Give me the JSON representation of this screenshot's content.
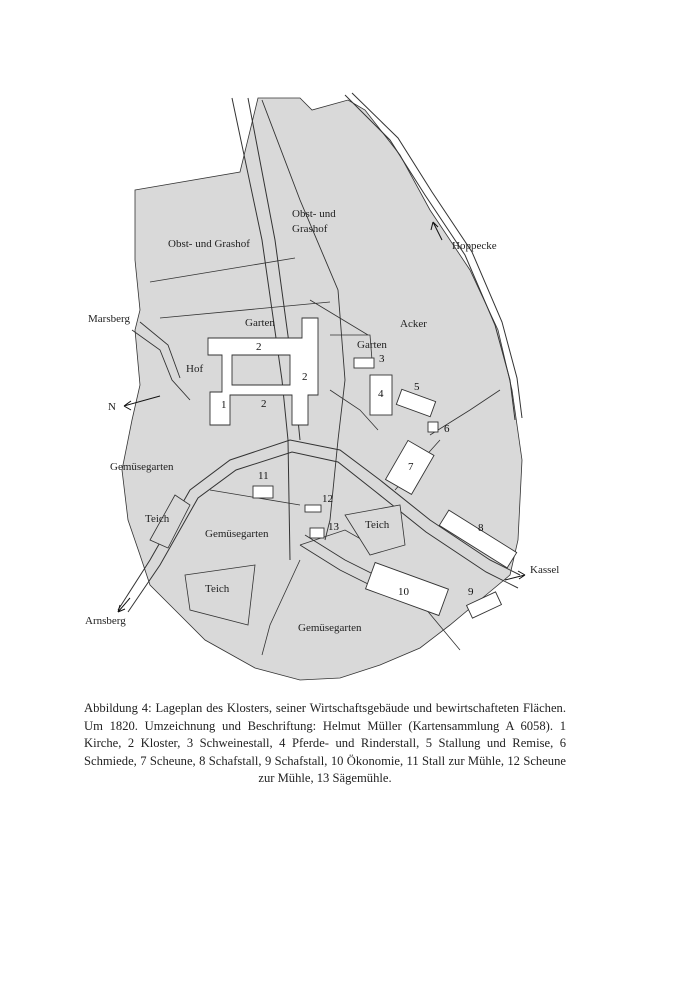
{
  "map": {
    "labels": {
      "obst_grashof_left": "Obst- und Grashof",
      "obst_und": "Obst- und",
      "grashof": "Grashof",
      "hoppecke": "Hoppecke",
      "marsberg": "Marsberg",
      "garten_top": "Garten",
      "acker": "Acker",
      "garten_right": "Garten",
      "hof": "Hof",
      "north": "N",
      "gemuesegarten_left": "Gemüsegarten",
      "teich_left": "Teich",
      "gemuesegarten_mid": "Gemüsegarten",
      "teich_mid": "Teich",
      "teich_small": "Teich",
      "kassel": "Kassel",
      "arnsberg": "Arnsberg",
      "gemuesegarten_bottom": "Gemüsegarten"
    },
    "buildings": {
      "b1": "1",
      "b2a": "2",
      "b2b": "2",
      "b2c": "2",
      "b3": "3",
      "b4": "4",
      "b5": "5",
      "b6": "6",
      "b7": "7",
      "b8": "8",
      "b9": "9",
      "b10": "10",
      "b11": "11",
      "b12": "12",
      "b13": "13"
    },
    "colors": {
      "land": "#d9d9d9",
      "outline": "#333333",
      "building": "#ffffff"
    }
  },
  "caption": "Abbildung 4: Lageplan des Klosters, seiner Wirtschaftsgebäude und bewirtschafteten Flächen. Um 1820. Umzeichnung und Beschriftung: Helmut Müller (Kartensammlung A 6058). 1 Kirche, 2 Kloster, 3 Schweinestall, 4 Pferde- und Rinderstall, 5 Stallung und Remise, 6 Schmiede, 7 Scheune, 8 Schafstall, 9 Schafstall, 10 Ökonomie, 11 Stall zur Mühle, 12 Scheune zur Mühle, 13 Sägemühle."
}
